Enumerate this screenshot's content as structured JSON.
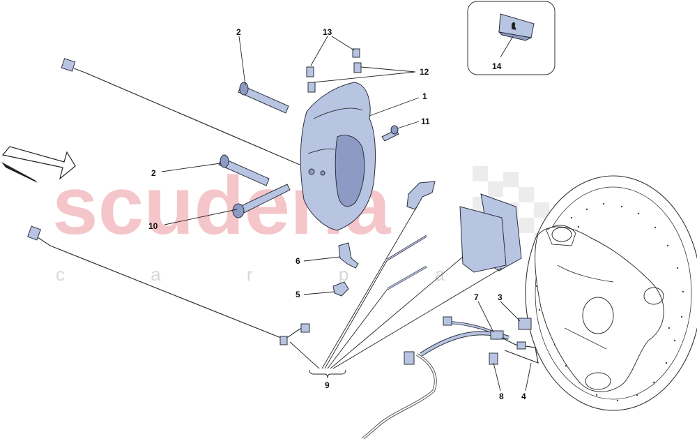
{
  "watermark": {
    "brand": "scuderia",
    "tagline": "c a r   p a r t s"
  },
  "callouts": [
    "1",
    "2",
    "2",
    "3",
    "4",
    "5",
    "6",
    "7",
    "8",
    "9",
    "10",
    "11",
    "12",
    "13",
    "14"
  ],
  "colors": {
    "part_fill": "#b7c4e2",
    "watermark_red": "#f4c6c9",
    "watermark_grey": "#d7d7d7"
  },
  "icons": {
    "direction_arrow": "arrow-right-icon",
    "badge": "prancing-horse-badge-icon"
  }
}
